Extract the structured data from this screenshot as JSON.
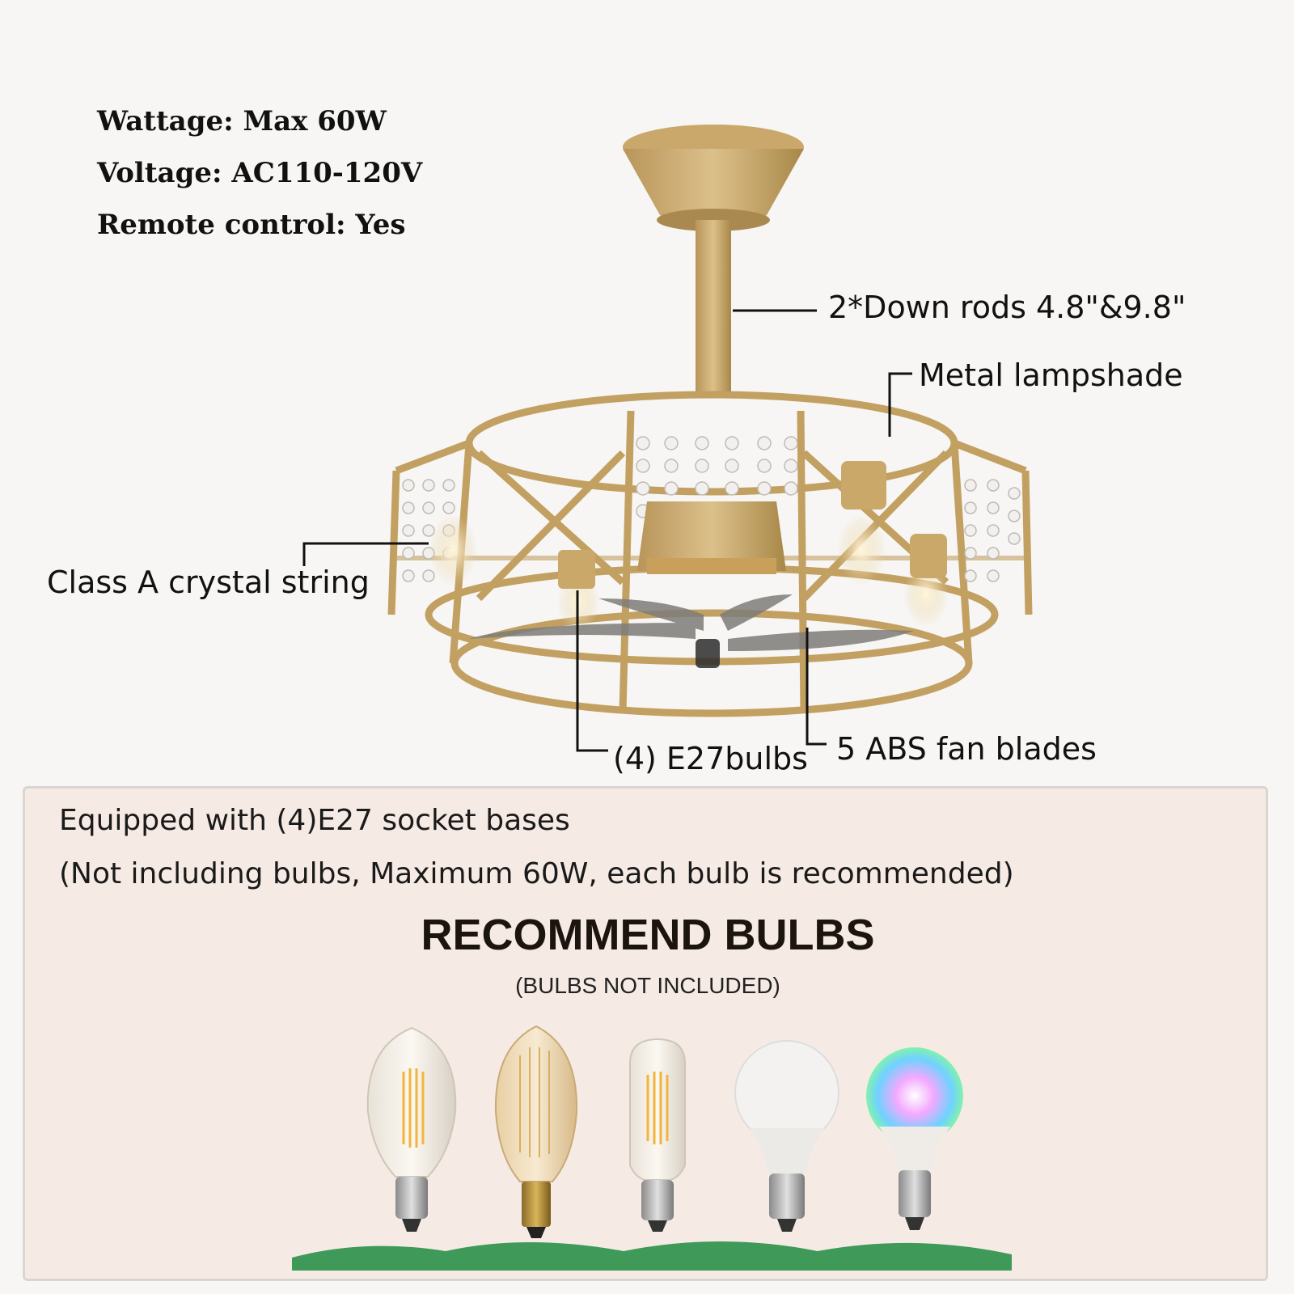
{
  "specs": {
    "wattage": "Wattage: Max 60W",
    "voltage": "Voltage: AC110-120V",
    "remote": "Remote control: Yes"
  },
  "callouts": {
    "down_rods": "2*Down rods 4.8\"&9.8\"",
    "lampshade": "Metal lampshade",
    "crystal": "Class A crystal string",
    "bulbs": "(4) E27bulbs",
    "blades": "5 ABS fan blades"
  },
  "panel": {
    "line1": "Equipped with (4)E27 socket bases",
    "line2": "(Not including bulbs, Maximum 60W, each bulb is recommended)",
    "title": "RECOMMEND BULBS",
    "subtitle": "(BULBS NOT INCLUDED)"
  },
  "bulb_types": [
    "st64-filament-bulb",
    "edison-vintage-bulb",
    "t-shaped-filament-bulb",
    "a19-led-bulb",
    "rgb-smart-bulb"
  ],
  "colors": {
    "gold": "#c9a86a",
    "gold_dark": "#9e7f45",
    "panel_bg": "#f6ebe4",
    "grass": "#3f9a5a"
  }
}
